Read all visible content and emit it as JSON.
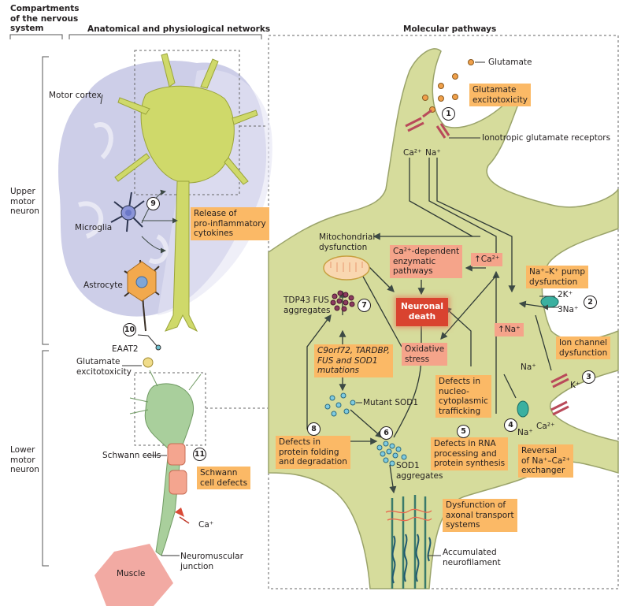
{
  "headers": {
    "compartments": "Compartments\nof the nervous\nsystem",
    "anatomical": "Anatomical and physiological networks",
    "molecular": "Molecular pathways"
  },
  "compartments": {
    "upper": "Upper\nmotor\nneuron",
    "lower": "Lower\nmotor\nneuron"
  },
  "anatomy_labels": {
    "motor_cortex": "Motor cortex",
    "microglia": "Microglia",
    "astrocyte": "Astrocyte",
    "eaat2": "EAAT2",
    "glutamate_excitotoxicity": "Glutamate\nexcitotoxicity",
    "schwann_cells": "Schwann cells",
    "ca_ion": "Ca⁺",
    "neuromuscular_junction": "Neuromuscular\njunction",
    "muscle": "Muscle"
  },
  "anatomy_boxes": {
    "cytokines": "Release of\npro-inflammatory\ncytokines",
    "schwann_defects": "Schwann\ncell defects"
  },
  "molecular_labels": {
    "glutamate": "Glutamate",
    "ionotropic": "Ionotropic glutamate receptors",
    "ca_in": "Ca²⁺",
    "na_in": "Na⁺",
    "mito": "Mitochondrial\ndysfunction",
    "tdp43": "TDP43 FUS\naggregates",
    "mutant_sod1": "Mutant SOD1",
    "sod1_agg": "SOD1\naggregates",
    "k2": "2K⁺",
    "na3": "3Na⁺",
    "na_ch": "Na⁺",
    "k_ch": "K⁺",
    "na_ex": "Na⁺",
    "ca_ex": "Ca²⁺",
    "neurofilament": "Accumulated\nneurofilament"
  },
  "orange_boxes": {
    "glut_excito": "Glutamate\nexcitotoxicity",
    "pump": "Na⁺–K⁺ pump\ndysfunction",
    "ion_channel": "Ion channel\ndysfunction",
    "mutations": "C9orf72, TARDBP,\nFUS and SOD1\nmutations",
    "nucleo": "Defects in\nnucleo-\ncytoplasmic\ntrafficking",
    "protein_folding": "Defects in\nprotein folding\nand degradation",
    "rna": "Defects in RNA\nprocessing and\nprotein synthesis",
    "exchanger": "Reversal\nof Na⁺–Ca²⁺\nexchanger",
    "axonal": "Dysfunction of\naxonal transport\nsystems"
  },
  "pink_boxes": {
    "ca_enzymatic": "Ca²⁺-dependent\nenzymatic\npathways",
    "up_ca": "↑Ca²⁺",
    "up_na": "↑Na⁺",
    "oxidative": "Oxidative\nstress"
  },
  "central": {
    "neuronal_death": "Neuronal\ndeath"
  },
  "numbers": [
    "1",
    "2",
    "3",
    "4",
    "5",
    "6",
    "7",
    "8",
    "9",
    "10",
    "11"
  ],
  "colors": {
    "neuron": "#d6dc9c",
    "upper_neuron": "#cfd96a",
    "lower_neuron": "#a9cf9c",
    "brain": "#c8c9e6",
    "orange_box": "#fbb966",
    "pink_box": "#f5a48a",
    "death": "#d9432f"
  }
}
